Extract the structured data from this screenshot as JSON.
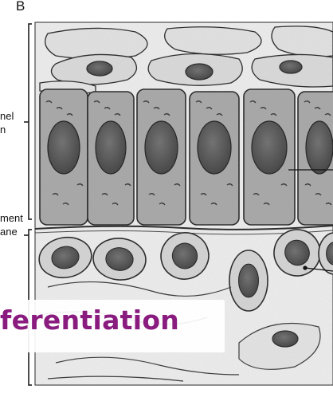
{
  "panel_letter": "B",
  "labels": {
    "enamel_line1": "nel",
    "enamel_line2": "n",
    "basement_line1": "ment",
    "basement_line2": "ane"
  },
  "banner_text": "ferentiation",
  "colors": {
    "banner_text": "#8a1c7f",
    "ink": "#1a1a1a",
    "cell_fill": "#9a9a9a",
    "nucleus_fill": "#555555"
  }
}
